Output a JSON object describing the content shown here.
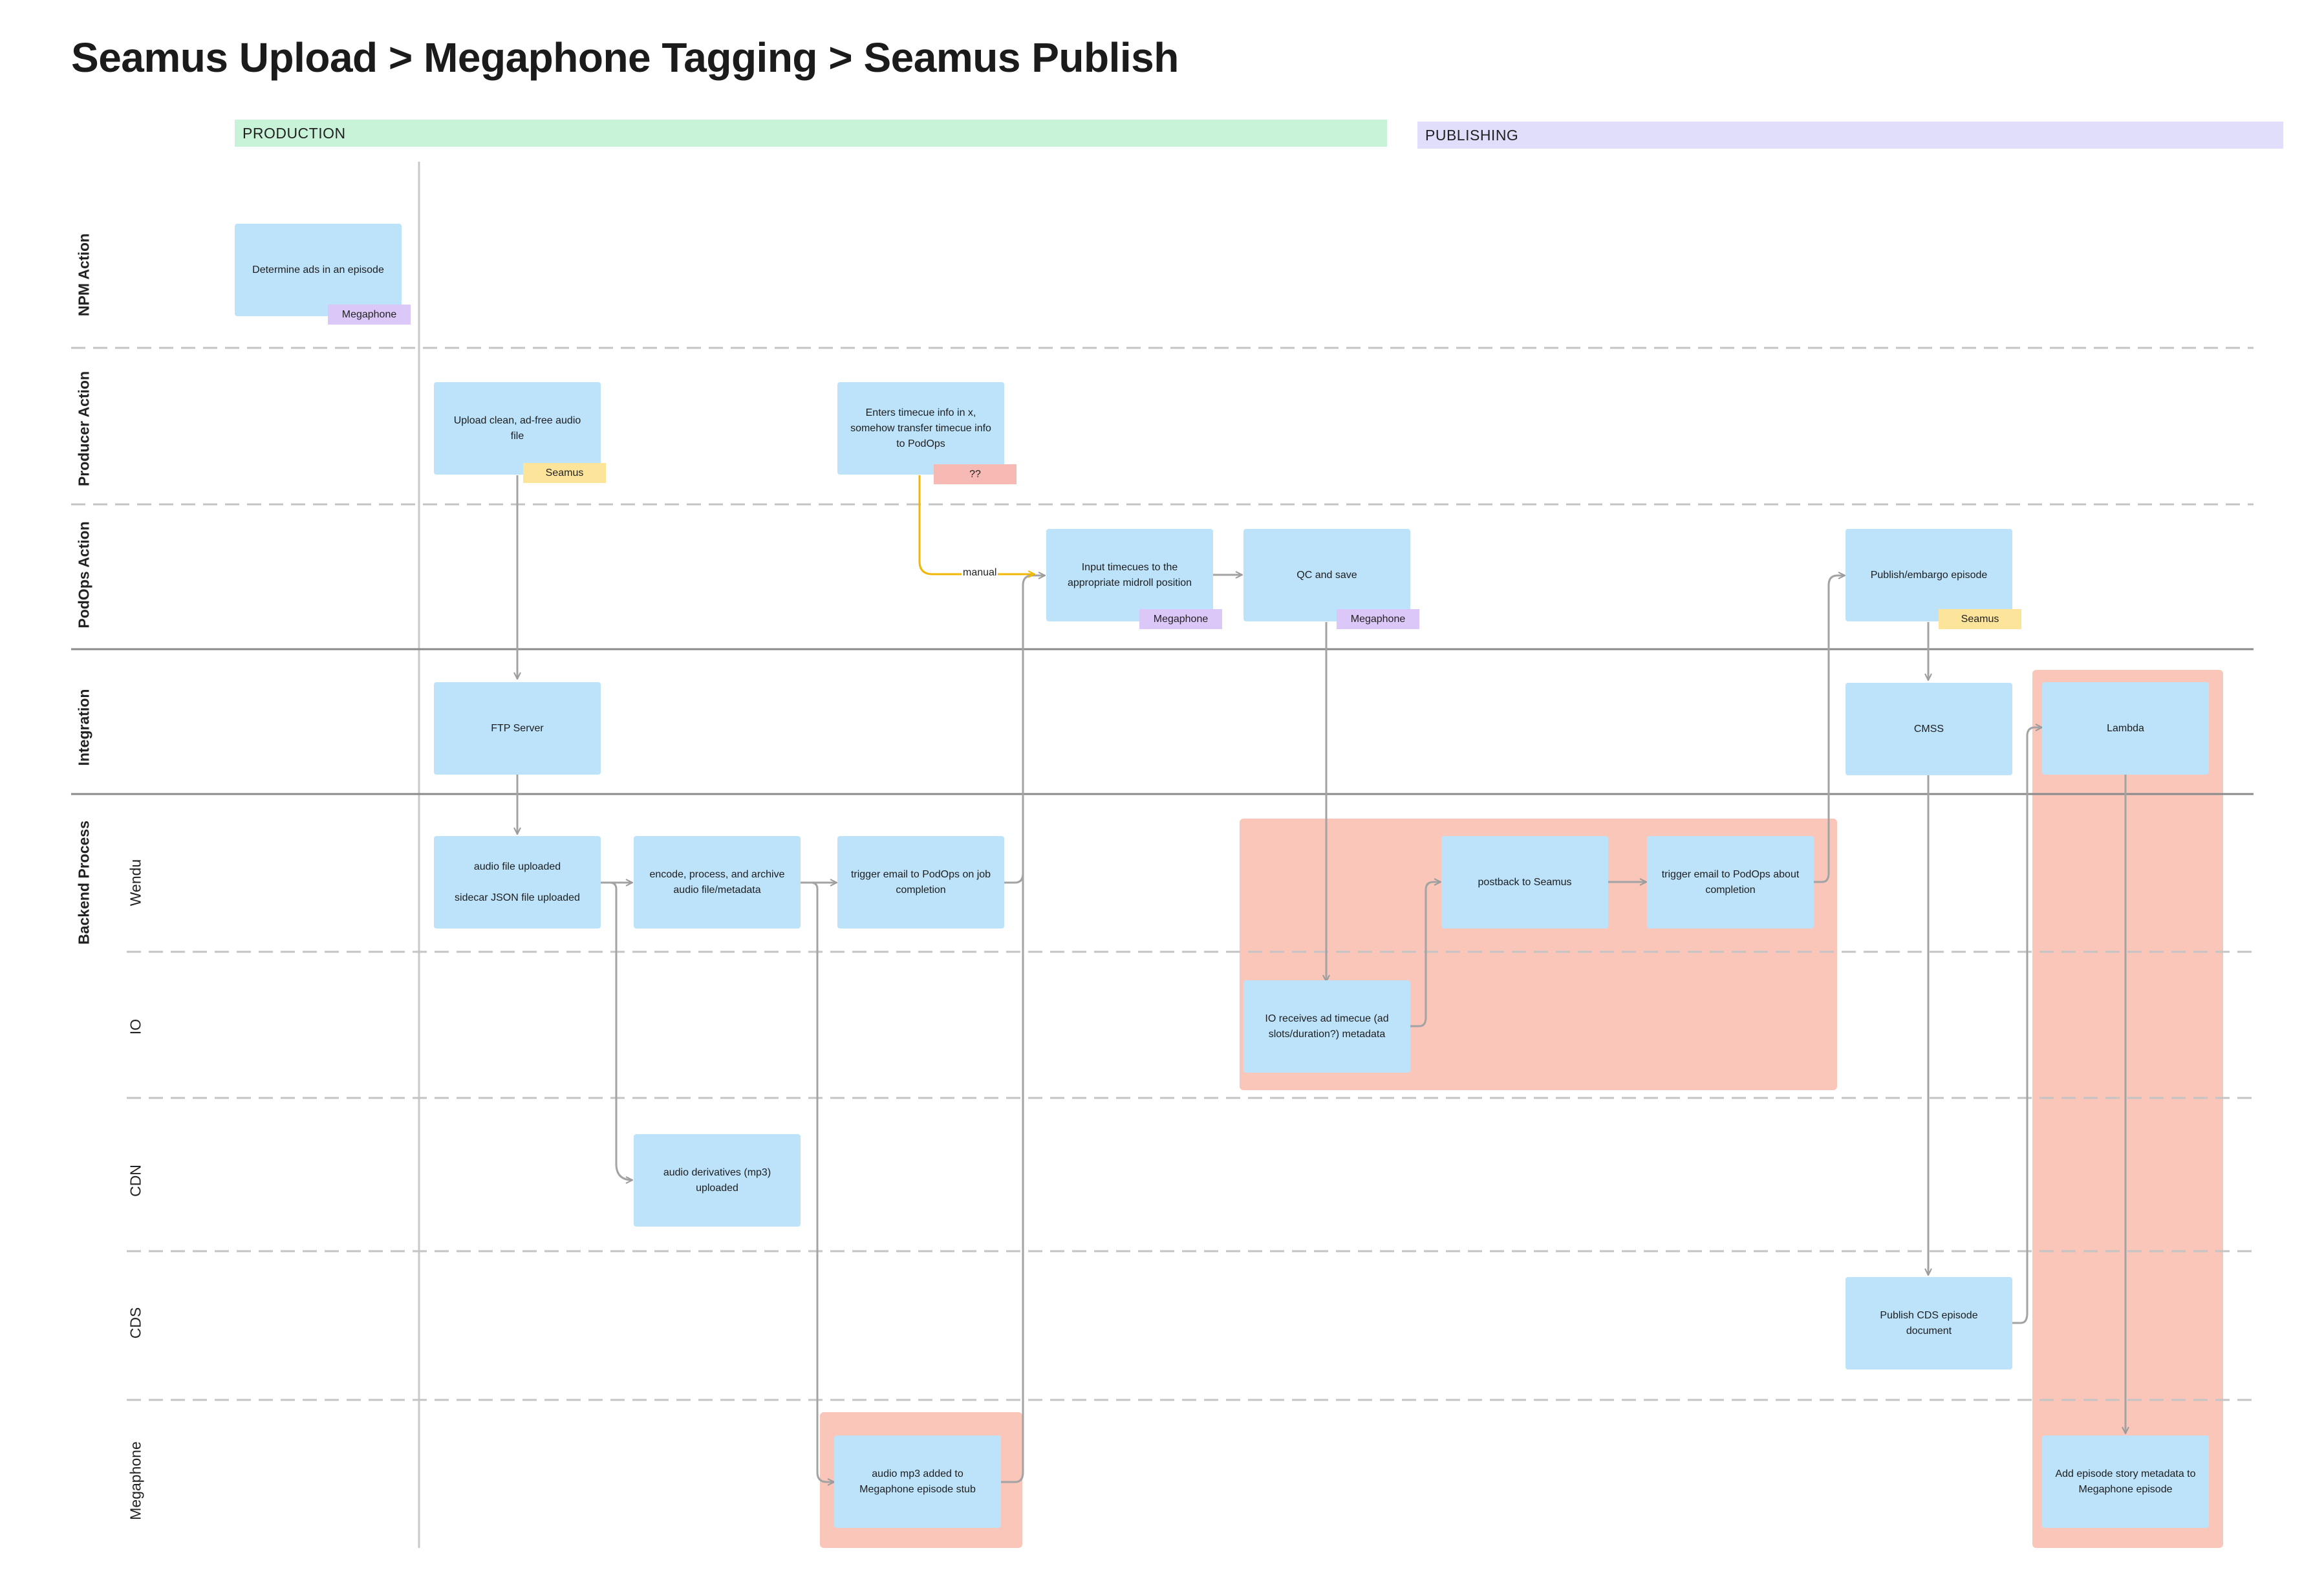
{
  "title": "Seamus Upload > Megaphone Tagging > Seamus Publish",
  "phases": {
    "production": "PRODUCTION",
    "publishing": "PUBLISHING"
  },
  "lanes": {
    "npm_action": "NPM Action",
    "producer_action": "Producer Action",
    "podops_action": "PodOps Action",
    "integration": "Integration",
    "backend_process": "Backend Process",
    "wendu": "Wendu",
    "io": "IO",
    "cdn": "CDN",
    "cds": "CDS",
    "megaphone": "Megaphone"
  },
  "nodes": {
    "determine_ads": "Determine ads in an episode",
    "upload_audio": "Upload clean, ad-free audio file",
    "enter_timecue": "Enters timecue info in x, somehow transfer timecue info to PodOps",
    "input_timecues": "Input timecues to the appropriate midroll position",
    "qc_save": "QC and save",
    "publish_embargo": "Publish/embargo episode",
    "ftp_server": "FTP Server",
    "cmss": "CMSS",
    "lambda": "Lambda",
    "audio_uploaded": "audio file uploaded\n\nsidecar JSON file uploaded",
    "encode_process": "encode, process, and archive audio file/metadata",
    "trigger_email_job": "trigger email to PodOps on job completion",
    "postback_seamus": "postback to Seamus",
    "trigger_email_completion": "trigger email to PodOps about completion",
    "io_receives": "IO receives ad timecue (ad slots/duration?) metadata",
    "audio_derivatives": "audio derivatives (mp3) uploaded",
    "publish_cds": "Publish CDS episode document",
    "audio_mp3_added": "audio mp3 added to Megaphone episode stub",
    "add_story_metadata": "Add episode story metadata to Megaphone episode"
  },
  "tags": {
    "determine_ads": "Megaphone",
    "upload_audio": "Seamus",
    "enter_timecue": "??",
    "input_timecues": "Megaphone",
    "qc_save": "Megaphone",
    "publish_embargo": "Seamus"
  },
  "edge_labels": {
    "manual": "manual"
  },
  "colors": {
    "node": "#bde3fb",
    "highlight": "#f9c6b9",
    "production": "#c8f3d8",
    "publishing": "#e0defb",
    "tag_megaphone": "#dcc8f8",
    "tag_seamus": "#fde49b",
    "tag_unknown": "#f6b9b3",
    "manual_edge": "#f2b705"
  }
}
